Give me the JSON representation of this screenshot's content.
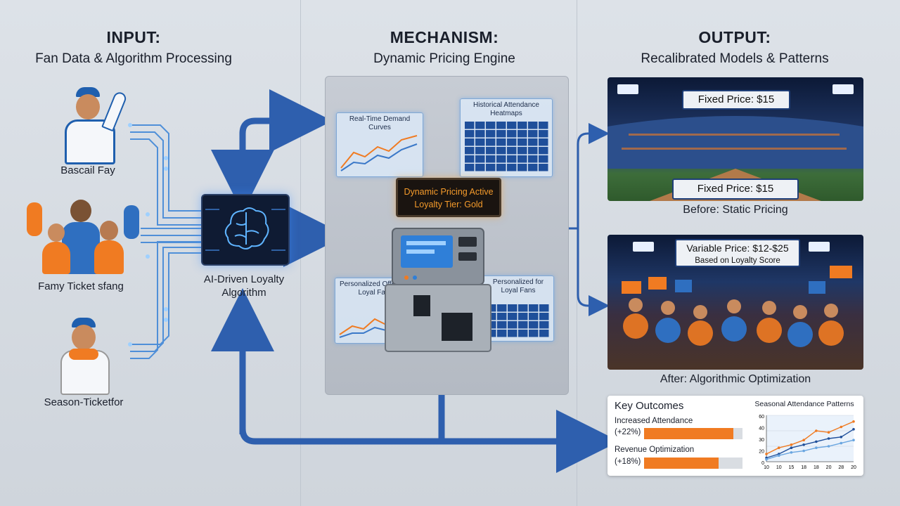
{
  "columns": {
    "input": {
      "title": "INPUT:",
      "subtitle": "Fan Data & Algorithm Processing"
    },
    "mechanism": {
      "title": "MECHANISM:",
      "subtitle": "Dynamic Pricing Engine"
    },
    "output": {
      "title": "OUTPUT:",
      "subtitle": "Recalibrated Models & Patterns"
    }
  },
  "fans": [
    {
      "label": "Bascail Fay"
    },
    {
      "label": "Famy Ticket sfang"
    },
    {
      "label": "Season-Ticketfor"
    }
  ],
  "algorithm": {
    "label_line1": "AI-Driven Loyalty",
    "label_line2": "Algorithm",
    "icon": "brain-icon"
  },
  "mechanism": {
    "demand_panel": "Real-Time Demand Curves",
    "heatmap_panel": "Historical Attendance Heatmaps",
    "offers_panel": "Personalized Offers for Loyal Fans",
    "offers_panel_right": "Personalized for Loyal Fans",
    "sign_line1": "Dynamic Pricing Active",
    "sign_line2": "Loyalty Tier: Gold"
  },
  "output": {
    "before": {
      "price_top": "Fixed Price: $15",
      "price_bottom": "Fixed Price: $15",
      "caption": "Before: Static Pricing"
    },
    "after": {
      "price_line1": "Variable Price: $12-$25",
      "price_line2": "Based on Loyalty Score",
      "caption": "After: Algorithmic Optimization"
    }
  },
  "outcomes": {
    "title": "Key Outcomes",
    "items": [
      {
        "label": "Increased Attendance",
        "value": "(+22%)",
        "fill": 0.91
      },
      {
        "label": "Revenue Optimization",
        "value": "(+18%)",
        "fill": 0.76
      }
    ]
  },
  "chart_data": {
    "type": "line",
    "title": "Seasonal Attendance Patterns",
    "x": [
      "10",
      "10",
      "15",
      "18",
      "18",
      "20",
      "28",
      "20"
    ],
    "yticks": [
      "60",
      "40",
      "30",
      "20",
      "0"
    ],
    "ylim": [
      0,
      60
    ],
    "series": [
      {
        "color": "#f07b22",
        "values": [
          10,
          18,
          22,
          28,
          40,
          38,
          45,
          52
        ]
      },
      {
        "color": "#1f4f9a",
        "values": [
          5,
          10,
          18,
          22,
          26,
          30,
          32,
          42
        ]
      },
      {
        "color": "#6aa6e0",
        "values": [
          3,
          8,
          12,
          14,
          18,
          20,
          24,
          28
        ]
      }
    ]
  },
  "colors": {
    "arrow": "#2e5fae",
    "accent": "#f07b22",
    "circuit": "#4f8fd8"
  }
}
